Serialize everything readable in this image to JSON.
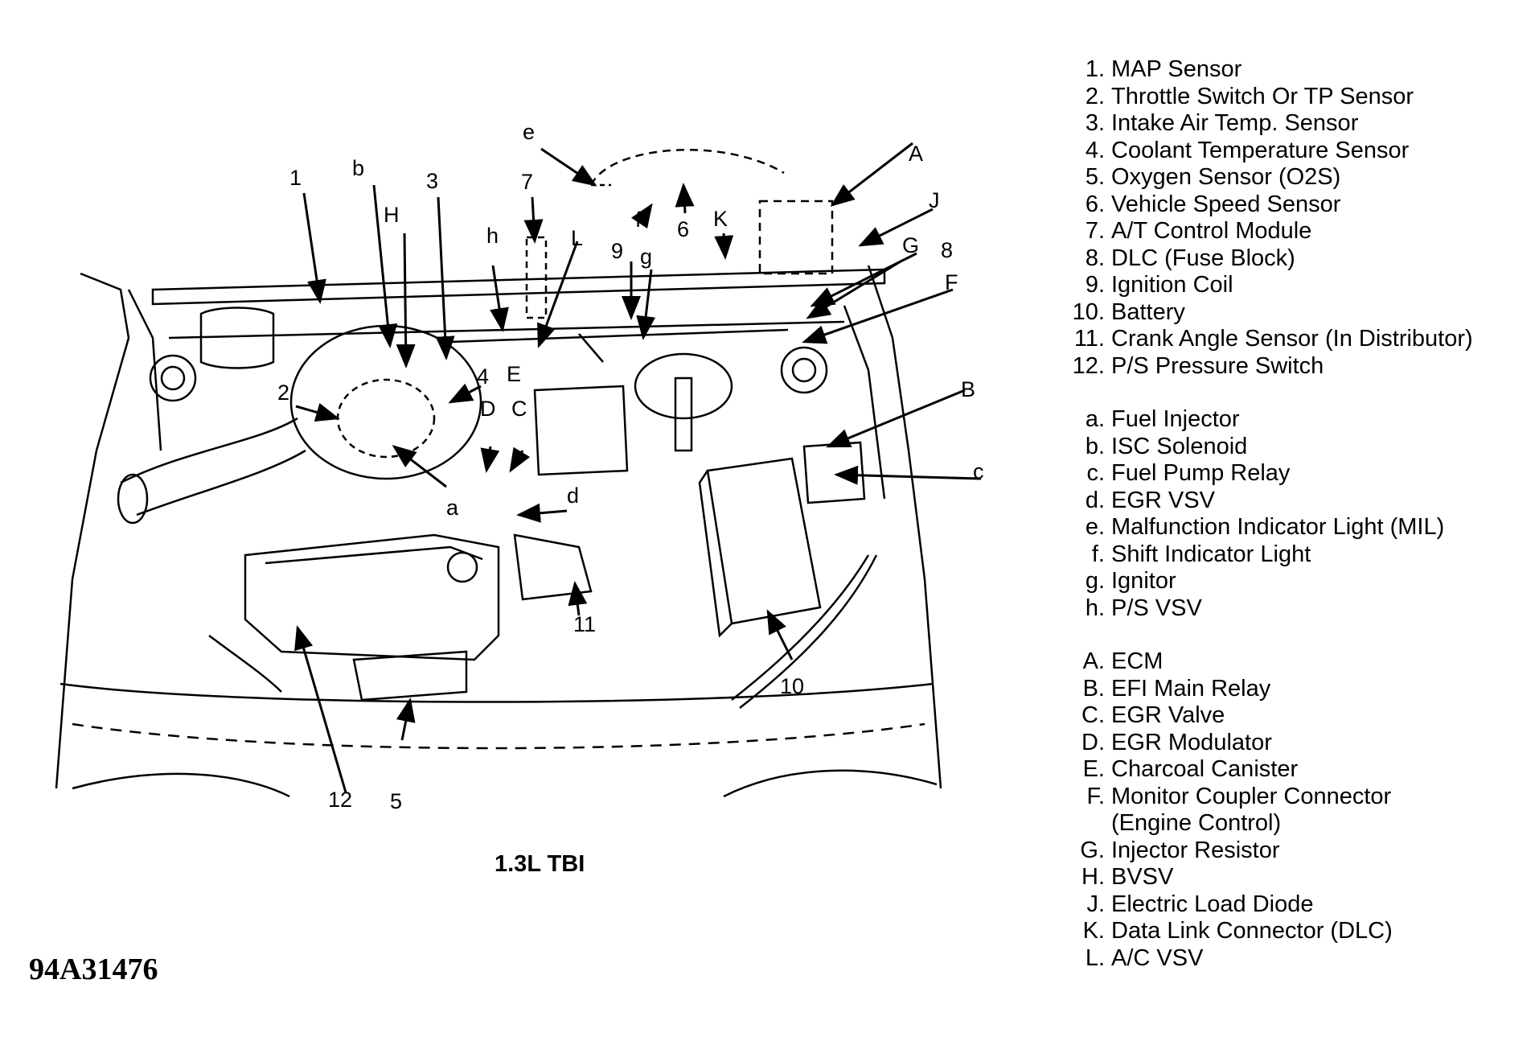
{
  "caption": "1.3L TBI",
  "figure_id": "94A31476",
  "callouts": {
    "n1": "1",
    "n2": "2",
    "n3": "3",
    "n4": "4",
    "n5": "5",
    "n6": "6",
    "n7": "7",
    "n8": "8",
    "n9": "9",
    "n10": "10",
    "n11": "11",
    "n12": "12",
    "la": "a",
    "lb": "b",
    "lc": "c",
    "ld": "d",
    "le": "e",
    "lf": "f",
    "lg": "g",
    "lh": "h",
    "uA": "A",
    "uB": "B",
    "uC": "C",
    "uD": "D",
    "uE": "E",
    "uF": "F",
    "uG": "G",
    "uH": "H",
    "uJ": "J",
    "uK": "K",
    "uL": "L"
  },
  "legend": {
    "numbered": [
      {
        "key": "1.",
        "text": "MAP Sensor"
      },
      {
        "key": "2.",
        "text": "Throttle Switch Or TP Sensor"
      },
      {
        "key": "3.",
        "text": "Intake Air Temp. Sensor"
      },
      {
        "key": "4.",
        "text": "Coolant Temperature Sensor"
      },
      {
        "key": "5.",
        "text": "Oxygen Sensor (O2S)"
      },
      {
        "key": "6.",
        "text": "Vehicle Speed Sensor"
      },
      {
        "key": "7.",
        "text": "A/T Control Module"
      },
      {
        "key": "8.",
        "text": "DLC (Fuse Block)"
      },
      {
        "key": "9.",
        "text": "Ignition Coil"
      },
      {
        "key": "10.",
        "text": "Battery"
      },
      {
        "key": "11.",
        "text": "Crank Angle Sensor (In Distributor)"
      },
      {
        "key": "12.",
        "text": "P/S Pressure Switch"
      }
    ],
    "lower": [
      {
        "key": "a.",
        "text": "Fuel Injector"
      },
      {
        "key": "b.",
        "text": "ISC Solenoid"
      },
      {
        "key": "c.",
        "text": "Fuel Pump Relay"
      },
      {
        "key": "d.",
        "text": "EGR VSV"
      },
      {
        "key": "e.",
        "text": "Malfunction Indicator Light (MIL)"
      },
      {
        "key": "f.",
        "text": "Shift Indicator Light"
      },
      {
        "key": "g.",
        "text": "Ignitor"
      },
      {
        "key": "h.",
        "text": "P/S VSV"
      }
    ],
    "upper": [
      {
        "key": "A.",
        "text": "ECM"
      },
      {
        "key": "B.",
        "text": "EFI Main Relay"
      },
      {
        "key": "C.",
        "text": "EGR Valve"
      },
      {
        "key": "D.",
        "text": "EGR Modulator"
      },
      {
        "key": "E.",
        "text": "Charcoal Canister"
      },
      {
        "key": "F.",
        "text": "Monitor Coupler Connector",
        "cont": "(Engine Control)"
      },
      {
        "key": "G.",
        "text": "Injector Resistor"
      },
      {
        "key": "H.",
        "text": "BVSV"
      },
      {
        "key": "J.",
        "text": "Electric Load Diode"
      },
      {
        "key": "K.",
        "text": "Data Link Connector (DLC)"
      },
      {
        "key": "L.",
        "text": "A/C VSV"
      }
    ]
  }
}
